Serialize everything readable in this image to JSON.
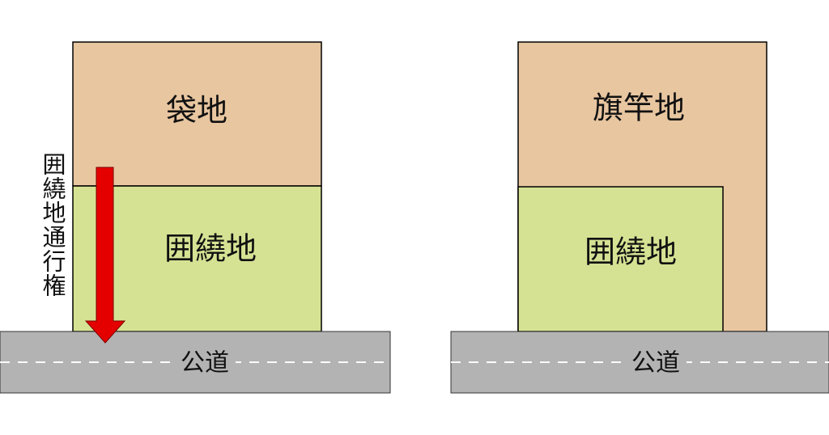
{
  "left_diagram": {
    "rear_lot_label": "袋地",
    "surrounding_lot_label": "囲繞地",
    "easement_label": "囲繞地通行権",
    "road_label": "公道"
  },
  "right_diagram": {
    "flag_lot_label": "旗竿地",
    "surrounding_lot_label": "囲繞地",
    "road_label": "公道"
  },
  "colors": {
    "lot_tan": "#E8C6A0",
    "lot_green": "#D6E293",
    "road_gray": "#B3B3B3",
    "arrow_red": "#E50000",
    "outline": "#000000",
    "dash": "#FFFFFF"
  }
}
